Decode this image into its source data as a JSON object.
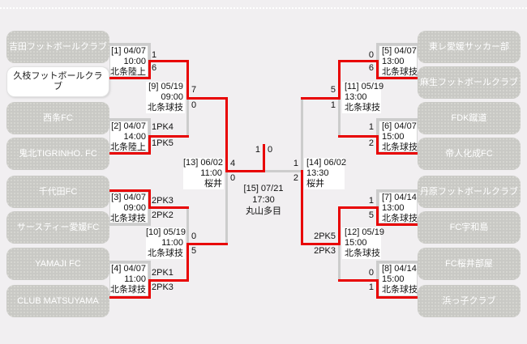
{
  "colors": {
    "background": "#f1eff1",
    "winner_line": "#e80000",
    "loser_line": "#cccccc",
    "team_box_fill": "#c9c9c5",
    "team_box_text": "#ffffff",
    "champion_box_fill": "#ffffff",
    "champion_box_text": "#1a1a1a"
  },
  "teams": {
    "left": [
      {
        "name": "吉田フットボールクラブ",
        "champion": false
      },
      {
        "name": "久枝フットボールクラブ",
        "champion": true
      },
      {
        "name": "西条FC",
        "champion": false
      },
      {
        "name": "鬼北TIGRINHO. FC",
        "champion": false
      },
      {
        "name": "千代田FC",
        "champion": false
      },
      {
        "name": "サースティー愛媛FC",
        "champion": false
      },
      {
        "name": "YAMAJI FC",
        "champion": false
      },
      {
        "name": "CLUB MATSUYAMA",
        "champion": false
      }
    ],
    "right": [
      {
        "name": "東レ愛媛サッカー部",
        "champion": false
      },
      {
        "name": "麻生フットボールクラブ",
        "champion": false
      },
      {
        "name": "FDK蹴道",
        "champion": false
      },
      {
        "name": "帝人化成FC",
        "champion": false
      },
      {
        "name": "丹原フットボールクラブ",
        "champion": false
      },
      {
        "name": "FC宇和島",
        "champion": false
      },
      {
        "name": "FC桜井部屋",
        "champion": false
      },
      {
        "name": "浜っ子クラブ",
        "champion": false
      }
    ]
  },
  "matches": {
    "m1": {
      "label": "[1] 04/07",
      "time": "10:00",
      "venue": "北条陸上",
      "score_top": "1",
      "score_bottom": "6"
    },
    "m2": {
      "label": "[2] 04/07",
      "time": "14:00",
      "venue": "北条陸上",
      "score_top": "1PK4",
      "score_bottom": "1PK5"
    },
    "m3": {
      "label": "[3] 04/07",
      "time": "09:00",
      "venue": "北条球技",
      "score_top": "2PK3",
      "score_bottom": "2PK2"
    },
    "m4": {
      "label": "[4] 04/07",
      "time": "11:00",
      "venue": "北条球技",
      "score_top": "2PK1",
      "score_bottom": "2PK3"
    },
    "m5": {
      "label": "[5] 04/07",
      "time": "13:00",
      "venue": "北条球技",
      "score_top": "0",
      "score_bottom": "6"
    },
    "m6": {
      "label": "[6] 04/07",
      "time": "15:00",
      "venue": "北条球技",
      "score_top": "1",
      "score_bottom": "2"
    },
    "m7": {
      "label": "[7] 04/14",
      "time": "13:00",
      "venue": "北条球技",
      "score_top": "1",
      "score_bottom": "5"
    },
    "m8": {
      "label": "[8] 04/14",
      "time": "15:00",
      "venue": "北条球技",
      "score_top": "0",
      "score_bottom": "1"
    },
    "m9": {
      "label": "[9] 05/19",
      "time": "09:00",
      "venue": "北条球技",
      "score_top": "7",
      "score_bottom": "0"
    },
    "m10": {
      "label": "[10] 05/19",
      "time": "11:00",
      "venue": "北条球技",
      "score_top": "0",
      "score_bottom": "5"
    },
    "m11": {
      "label": "[11] 05/19",
      "time": "13:00",
      "venue": "北条球技",
      "score_top": "5",
      "score_bottom": "1"
    },
    "m12": {
      "label": "[12] 05/19",
      "time": "15:00",
      "venue": "北条球技",
      "score_top": "2PK5",
      "score_bottom": "2PK3"
    },
    "m13": {
      "label": "[13] 06/02",
      "time": "11:00",
      "venue": "桜井",
      "score_top": "4",
      "score_bottom": "0"
    },
    "m14": {
      "label": "[14] 06/02",
      "time": "13:30",
      "venue": "桜井",
      "score_top": "1",
      "score_bottom": "2"
    },
    "m15": {
      "label": "[15] 07/21",
      "time": "17:30",
      "venue": "丸山多目",
      "score_top": "1",
      "score_bottom": "0"
    }
  }
}
